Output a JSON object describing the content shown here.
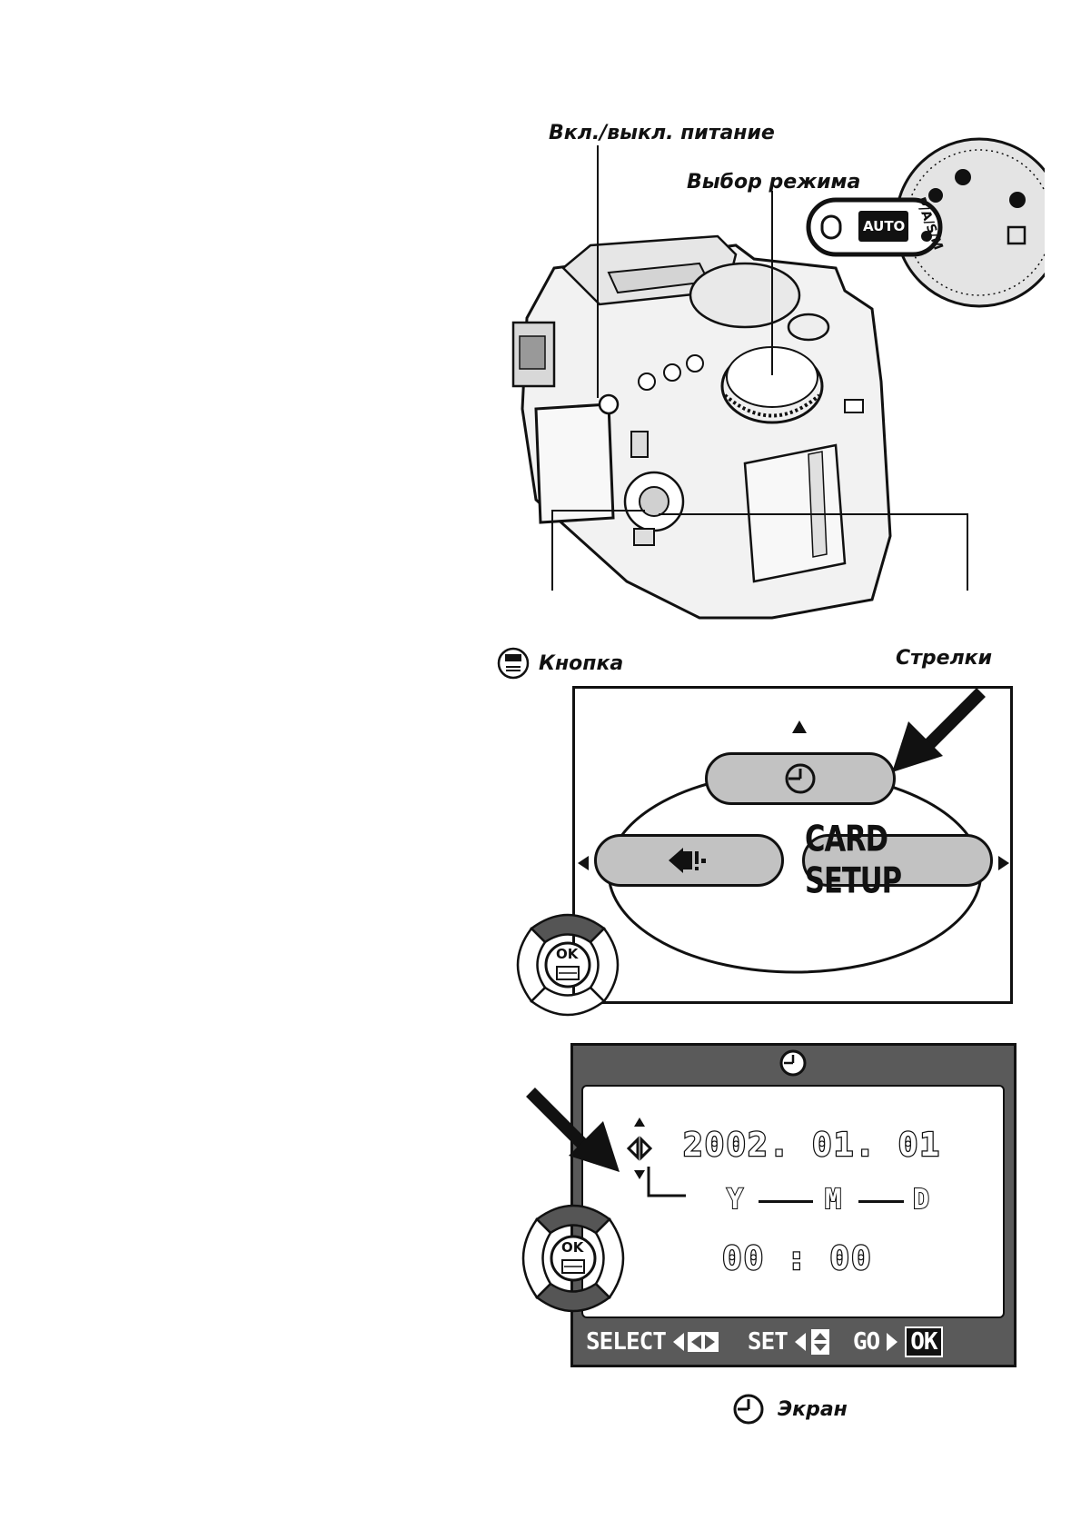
{
  "camera": {
    "power_label": "Вкл./выкл. питание",
    "mode_label": "Выбор режима",
    "ok_button_label": "Кнопка",
    "arrows_label": "Стрелки",
    "dial_auto": "AUTO",
    "dial_modes": "P/A/S/M"
  },
  "menu": {
    "card_setup": "CARD SETUP"
  },
  "ok_pad": {
    "ok": "OK"
  },
  "clock_screen": {
    "date": "2002. 01. 01",
    "ymd_y": "Y",
    "ymd_m": "M",
    "ymd_d": "D",
    "time": "00 : 00",
    "select": "SELECT",
    "set": "SET",
    "go": "GO",
    "ok": "OK",
    "caption": "Экран"
  }
}
